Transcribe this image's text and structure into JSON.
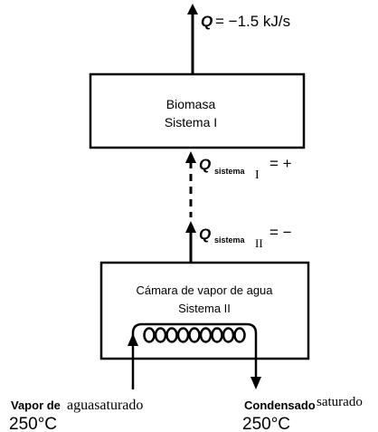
{
  "top_flow": {
    "symbol": "Q",
    "value": "= −1.5 kJ/s"
  },
  "system_1": {
    "line1": "Biomasa",
    "line2": "Sistema I"
  },
  "q_system_1": {
    "symbol": "Q",
    "subscript": "sistema",
    "roman": "I",
    "sign": "= +"
  },
  "q_system_2": {
    "symbol": "Q",
    "subscript": "sistema",
    "roman": "II",
    "sign": "= −"
  },
  "system_2": {
    "line1": "Cámara de vapor de agua",
    "line2": "Sistema II"
  },
  "inlet": {
    "label_a": "Vapor de",
    "label_b": "aguasaturado",
    "temperature": "250°C"
  },
  "outlet": {
    "label_a": "Condensado",
    "label_b": "saturado",
    "temperature": "250°C"
  }
}
